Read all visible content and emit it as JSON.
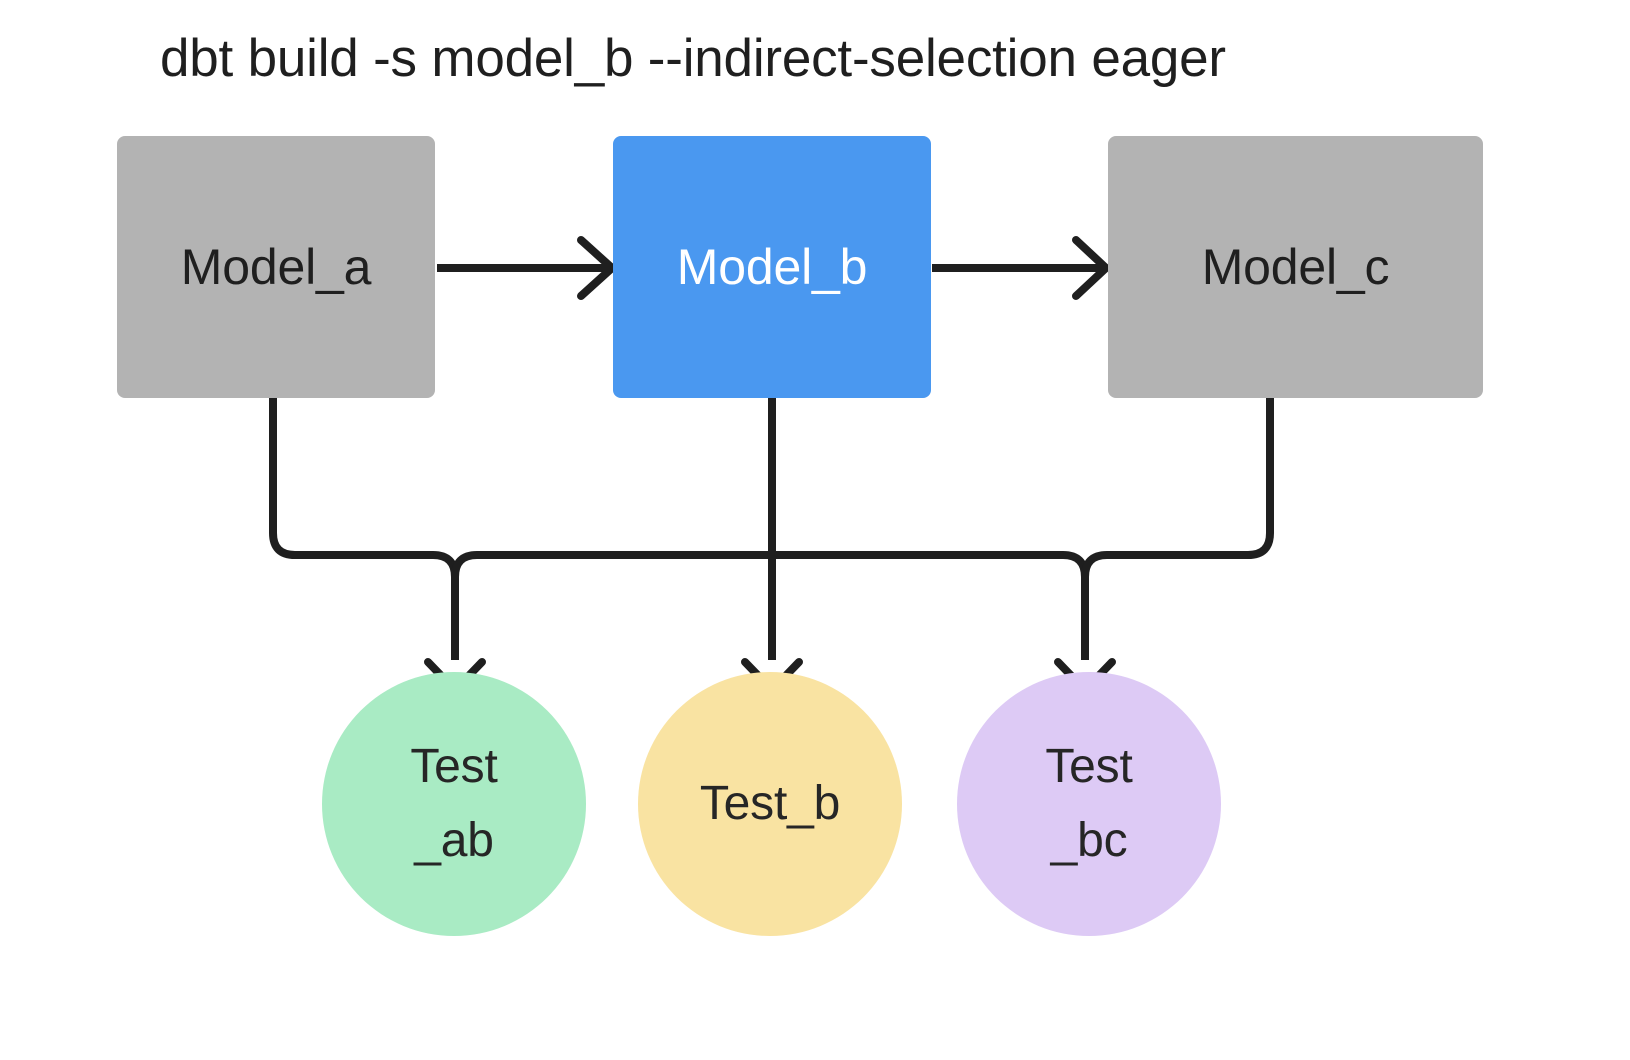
{
  "title": "dbt build -s model_b --indirect-selection eager",
  "colors": {
    "background": "#ffffff",
    "model_default_fill": "#b3b3b3",
    "model_selected_fill": "#4a98f0",
    "model_default_text": "#1f1f1f",
    "model_selected_text": "#ffffff",
    "test_ab_fill": "#a9ebc4",
    "test_b_fill": "#f9e3a2",
    "test_bc_fill": "#ddcaf5",
    "test_text": "#262626",
    "edge_stroke": "#1f1f1f"
  },
  "nodes": {
    "models": [
      {
        "id": "model_a",
        "label": "Model_a",
        "shape": "rectangle",
        "selected": false
      },
      {
        "id": "model_b",
        "label": "Model_b",
        "shape": "rectangle",
        "selected": true
      },
      {
        "id": "model_c",
        "label": "Model_c",
        "shape": "rectangle",
        "selected": false
      }
    ],
    "tests": [
      {
        "id": "test_ab",
        "line1": "Test",
        "line2": "_ab",
        "shape": "circle"
      },
      {
        "id": "test_b",
        "line1": "Test_b",
        "line2": "",
        "shape": "circle"
      },
      {
        "id": "test_bc",
        "line1": "Test",
        "line2": "_bc",
        "shape": "circle"
      }
    ]
  },
  "edges": [
    {
      "from": "model_a",
      "to": "model_b",
      "style": "arrow-right"
    },
    {
      "from": "model_b",
      "to": "model_c",
      "style": "arrow-right"
    },
    {
      "from": "model_a",
      "to": "test_ab",
      "style": "arrow-down-elbow"
    },
    {
      "from": "model_b",
      "to": "test_ab",
      "style": "arrow-down-elbow"
    },
    {
      "from": "model_b",
      "to": "test_b",
      "style": "arrow-down"
    },
    {
      "from": "model_b",
      "to": "test_bc",
      "style": "arrow-down-elbow"
    },
    {
      "from": "model_c",
      "to": "test_bc",
      "style": "arrow-down-elbow"
    }
  ]
}
